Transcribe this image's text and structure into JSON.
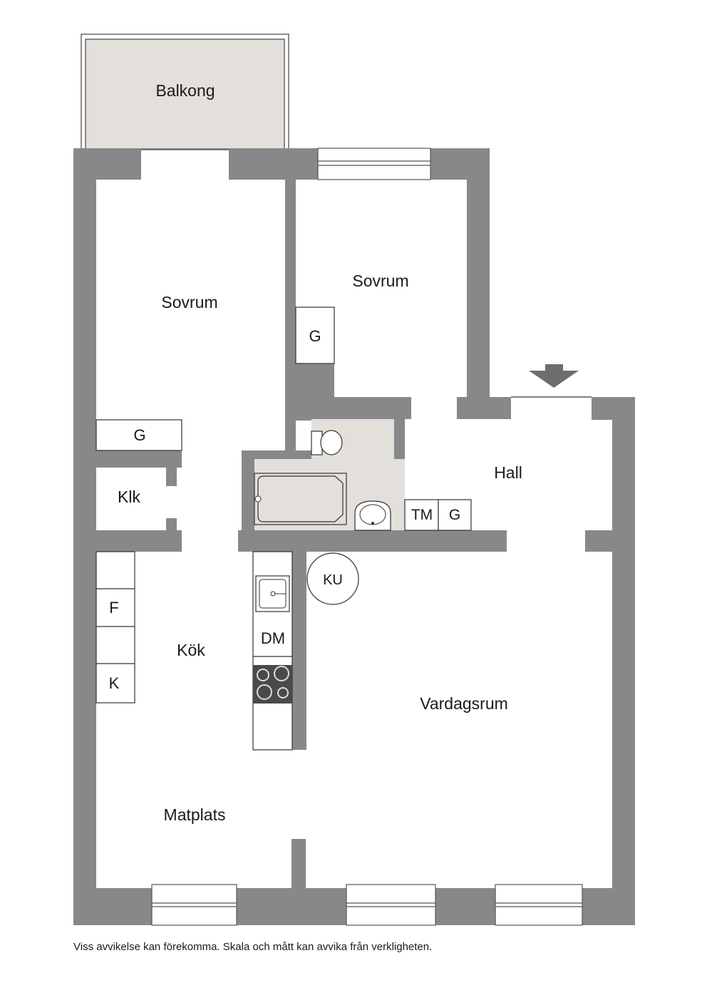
{
  "rooms": {
    "balkong": "Balkong",
    "sovrum_left": "Sovrum",
    "sovrum_right": "Sovrum",
    "hall": "Hall",
    "klk": "Klk",
    "kok": "Kök",
    "vardagsrum": "Vardagsrum",
    "matplats": "Matplats"
  },
  "fixtures": {
    "g_left": "G",
    "g_right": "G",
    "g_hall": "G",
    "tm": "TM",
    "f": "F",
    "k": "K",
    "dm": "DM",
    "ku": "KU"
  },
  "icons": {
    "entrance": "entrance-arrow-icon",
    "stove": "stove-icon",
    "sink": "kitchen-sink-icon",
    "toilet": "toilet-icon",
    "bathtub": "bathtub-icon",
    "washbasin": "washbasin-icon"
  },
  "colors": {
    "wall": "#87888a",
    "balcony": "#e3dfda",
    "bathroom": "#e3dfda",
    "stove": "#4a4a4c"
  },
  "footer": {
    "disclaimer": "Viss avvikelse kan förekomma. Skala och mått kan avvika från verkligheten."
  }
}
